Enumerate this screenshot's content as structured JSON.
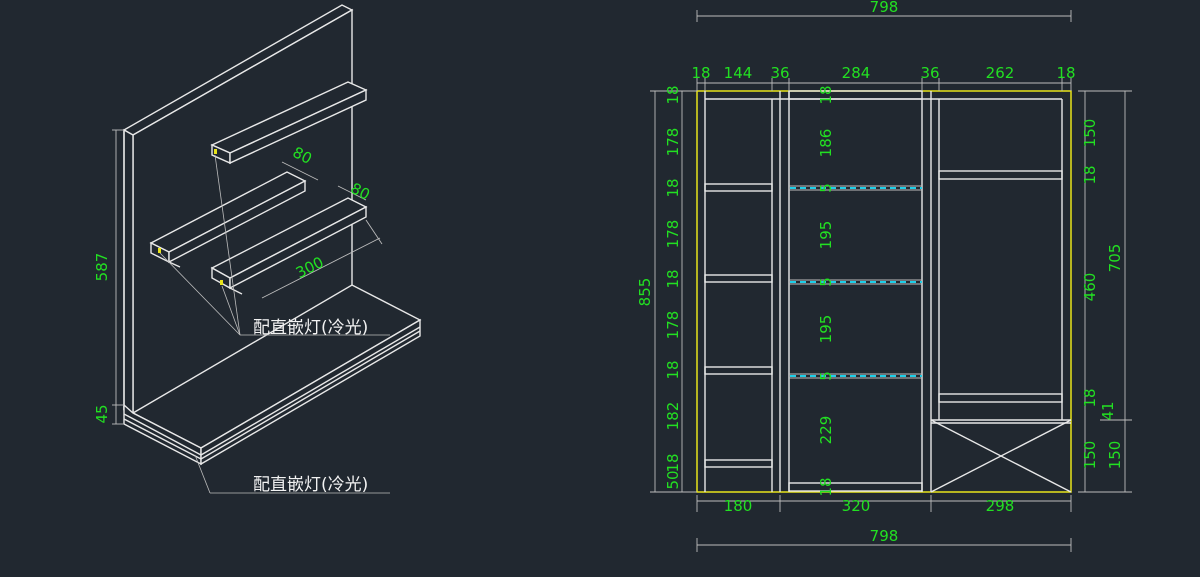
{
  "colors": {
    "background": "#212830",
    "dimension_text": "#22e022",
    "outline": "#e8e8e8",
    "frame_highlight": "#e8e41a",
    "shelf_dashed": "#1ecfe8",
    "note_text": "#f2f2f2"
  },
  "iso_view": {
    "labels": {
      "height_587": "587",
      "height_45": "45",
      "shelf_depth_top": "80",
      "shelf_depth_mid": "80",
      "shelf_length": "300"
    },
    "note_shelf_light": "配直嵌灯(冷光)",
    "note_base_light": "配直嵌灯(冷光)"
  },
  "elevation": {
    "overall_width_top": "798",
    "overall_width_bottom": "798",
    "top_row": [
      "18",
      "144",
      "36",
      "284",
      "36",
      "262",
      "18"
    ],
    "bottom_row": [
      "180",
      "320",
      "298"
    ],
    "overall_height": "855",
    "left_column": [
      "18",
      "178",
      "18",
      "178",
      "18",
      "178",
      "18",
      "182",
      "18",
      "50"
    ],
    "middle_column": [
      "18",
      "186",
      "5",
      "195",
      "5",
      "195",
      "5",
      "229",
      "18"
    ],
    "right_inner": [
      "150",
      "18",
      "460",
      "18",
      "41",
      "150"
    ],
    "right_outer": [
      "705",
      "150"
    ]
  }
}
